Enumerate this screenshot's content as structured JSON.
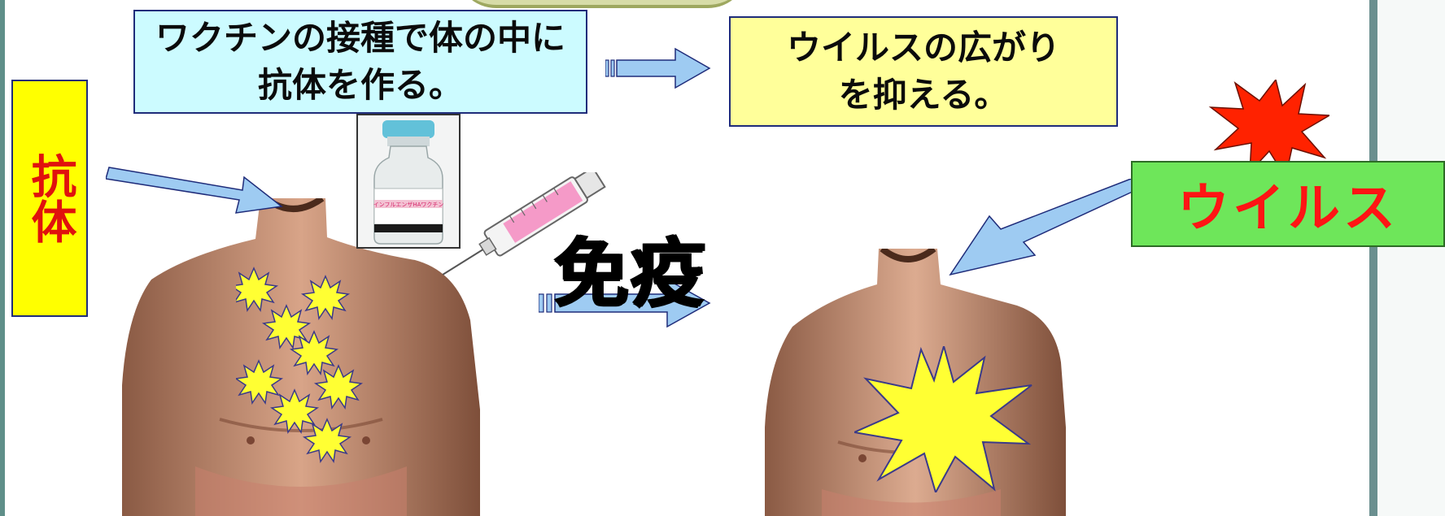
{
  "vaccine_box": {
    "line1": "ワクチンの接種で体の中に",
    "line2": "抗体を作る。"
  },
  "effect_box": {
    "line1": "ウイルスの広がり",
    "line2": "を抑える。"
  },
  "antibody_label": "抗体",
  "immunity_label": "免疫",
  "virus_label": "ウイルス",
  "vial_label": "インフルエンザHAワクチン",
  "colors": {
    "vaccine_box_fill": "#ccfbff",
    "effect_box_fill": "#ffff9a",
    "antibody_box_fill": "#ffff00",
    "virus_box_fill": "#6ee65a",
    "virus_text": "#ff1414",
    "antibody_text": "#e0120d",
    "arrow_fill": "#9ecbf2",
    "antibody_burst": "#ffff33",
    "virus_burst": "#ff2200"
  },
  "icons": [
    "vaccine-vial-icon",
    "syringe-icon",
    "antibody-burst-icon",
    "virus-burst-icon",
    "torso-illustration"
  ]
}
